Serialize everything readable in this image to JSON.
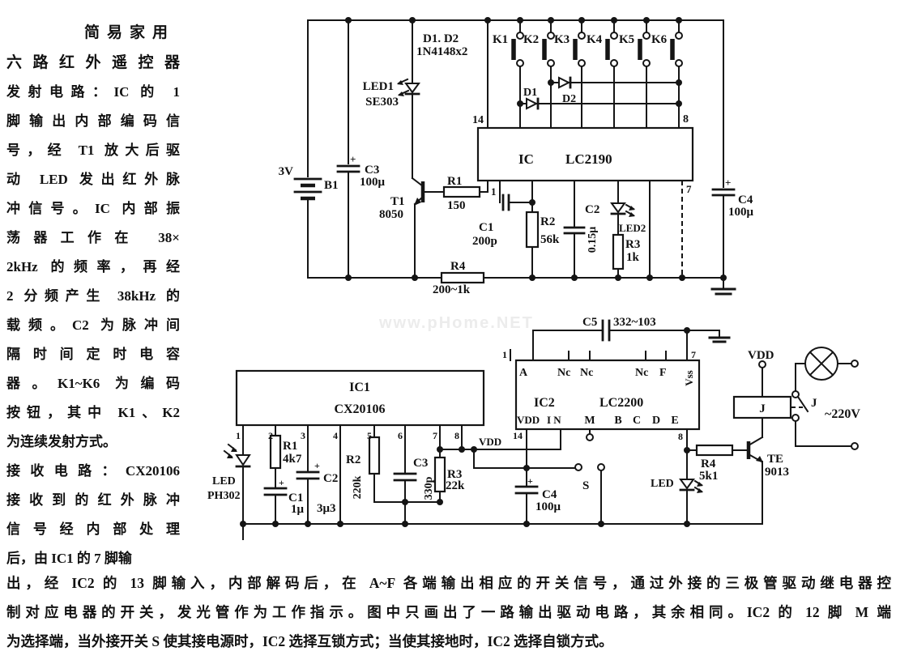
{
  "watermark": "www.pHome.NET",
  "sym": {
    "plus": "+"
  },
  "article": {
    "title1": "简易家用",
    "title2": "六路红外遥控器",
    "body_lines": [
      "发射电路：IC 的 1",
      "脚输出内部编码信",
      "号，经 T1 放大后驱",
      "动 LED 发出红外脉",
      "冲信号。IC 内部振",
      "荡器工作在 38×",
      "2kHz 的频率，再经",
      "2 分频产生 38kHz 的",
      "载频。C2 为脉冲间",
      "隔时间定时电容",
      "器。K1~K6 为编码",
      "按钮，其中 K1、K2",
      "为连续发射方式。",
      "接收电路：CX20106",
      "接收到的红外脉冲",
      "信号经内部处理",
      "后，由 IC1 的 7 脚输"
    ],
    "footer_lines": [
      "出，经 IC2 的 13 脚输入，内部解码后，在 A~F 各端输出相应的开关信号，通过外接的三极管驱动继电器控",
      "制对应电器的开关，发光管作为工作指示。图中只画出了一路输出驱动电路，其余相同。IC2 的 12 脚 M 端",
      "为选择端，当外接开关 S 使其接电源时，IC2 选择互锁方式；当使其接地时，IC2 选择自锁方式。"
    ]
  },
  "tx": {
    "battery_v": "3V",
    "battery": "B1",
    "c3": "C3",
    "c3_val": "100μ",
    "t1": "T1",
    "t1_val": "8050",
    "r1": "R1",
    "r1_val": "150",
    "led1": "LED1",
    "led1_val": "SE303",
    "d12": "D1. D2",
    "d12_val": "1N4148x2",
    "keys": [
      "K1",
      "K2",
      "K3",
      "K4",
      "K5",
      "K6"
    ],
    "d1": "D1",
    "d2": "D2",
    "pin14": "14",
    "pin8": "8",
    "pin1": "1",
    "pin7": "7",
    "ic_label": "IC",
    "ic_part": "LC2190",
    "c1": "C1",
    "c1_val": "200p",
    "r2": "R2",
    "r2_val": "56k",
    "c2": "C2",
    "c2_val": "0.15μ",
    "led2": "LED2",
    "r3": "R3",
    "r3_val": "1k",
    "r4": "R4",
    "r4_val": "200~1k",
    "c4": "C4",
    "c4_val": "100μ"
  },
  "rx": {
    "ic1": "IC1",
    "ic1_part": "CX20106",
    "pins": [
      "1",
      "2",
      "3",
      "4",
      "5",
      "6",
      "7",
      "8"
    ],
    "led_in": "LED",
    "led_in_part": "PH302",
    "r1": "R1",
    "r1_val": "4k7",
    "c1": "C1",
    "c1_val": "1μ",
    "c2": "C2",
    "c2_val": "3μ3",
    "r2": "R2",
    "r2_val": "220k",
    "c3": "C3",
    "c3_val": "330p",
    "r3": "R3",
    "r3_val": "22k",
    "vdd1": "VDD",
    "pin14": "14",
    "pin8": "8",
    "pin1": "1",
    "pin7": "7",
    "c5": "C5",
    "c5_val": "332~103",
    "ic2": "IC2",
    "ic2_part": "LC2200",
    "top_pins": [
      "A",
      "Nc",
      "Nc",
      "Nc",
      "F"
    ],
    "vss": "Vss",
    "bot_pins": [
      "VDD",
      "I N",
      "M",
      "B",
      "C",
      "D",
      "E"
    ],
    "c4": "C4",
    "c4_val": "100μ",
    "s": "S",
    "led_out": "LED",
    "r4": "R4",
    "r4_val": "5k1",
    "t": "TE",
    "t_val": "9013",
    "vdd2": "VDD",
    "relay": "J",
    "relay_contact": "J",
    "mains": "~220V"
  }
}
